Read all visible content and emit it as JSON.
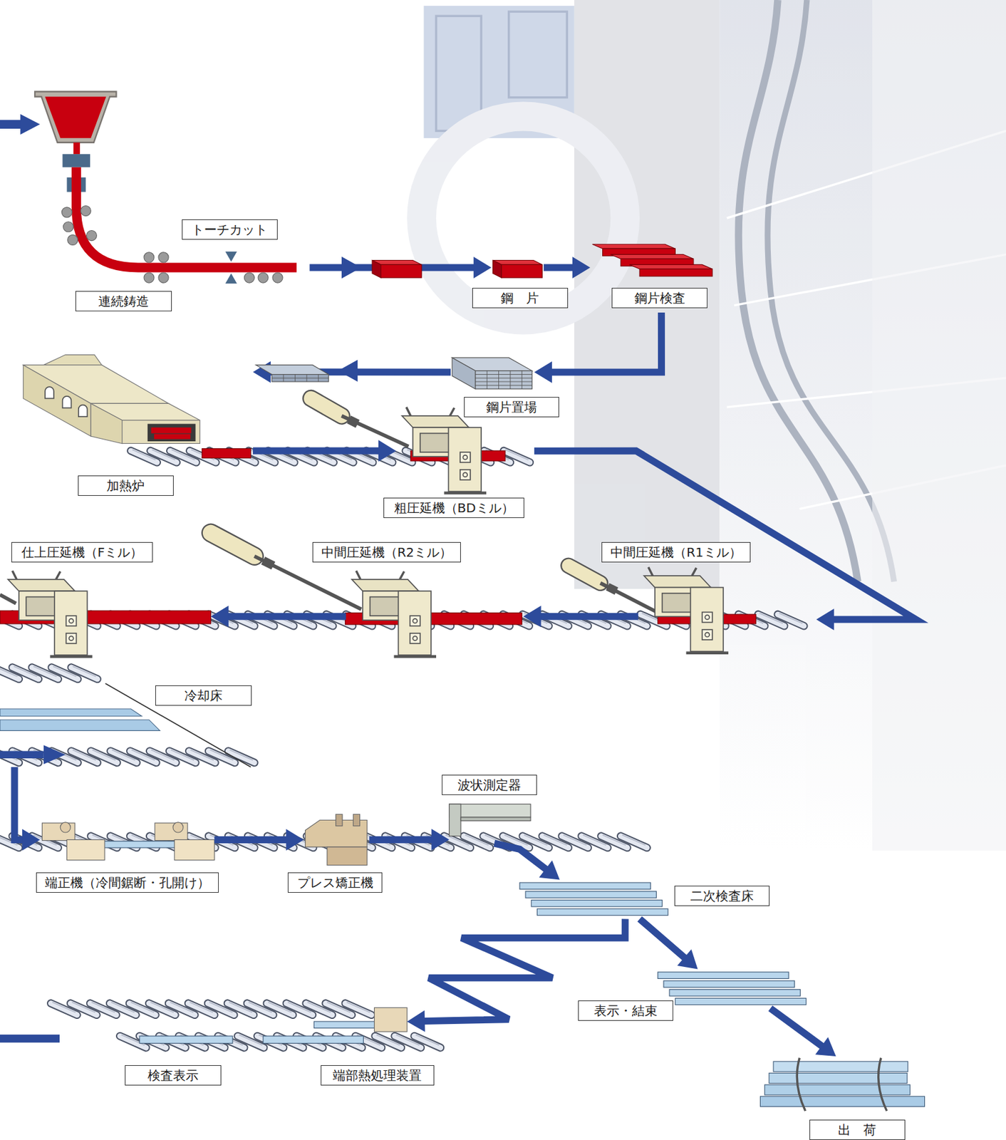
{
  "diagram": {
    "nodes": [
      {
        "text": [
          "連続鋳造"
        ]
      },
      {
        "text": [
          "トーチカット"
        ]
      },
      {
        "text": [
          "鋼　片"
        ]
      },
      {
        "text": [
          "鋼片検査"
        ]
      },
      {
        "text": [
          "鋼片置場"
        ]
      },
      {
        "text": [
          "加熱炉"
        ]
      },
      {
        "text": [
          "粗圧延機（BDミル）"
        ]
      },
      {
        "text": [
          "中間圧延機（R1ミル）"
        ]
      },
      {
        "text": [
          "中間圧延機（R2ミル）"
        ]
      },
      {
        "text": [
          "仕上圧延機（Fミル）"
        ]
      },
      {
        "text": [
          "冷却床"
        ]
      },
      {
        "text": [
          "端正機（冷間鋸断・孔開け）"
        ]
      },
      {
        "text": [
          "プレス矯正機"
        ]
      },
      {
        "text": [
          "波状測定器"
        ]
      },
      {
        "text": [
          "二次検査床"
        ]
      },
      {
        "text": [
          "表示・結束"
        ]
      },
      {
        "text": [
          "出　荷"
        ]
      },
      {
        "text": [
          "端部熱処理装置"
        ]
      },
      {
        "text": [
          "検査表示"
        ]
      }
    ],
    "edges": [
      {
        "from": 0,
        "to": 2,
        "arrow": "to"
      },
      {
        "from": 2,
        "to": 3,
        "arrow": "to"
      },
      {
        "from": 3,
        "to": 4,
        "arrow": "to"
      },
      {
        "from": 4,
        "to": 5,
        "arrow": "to"
      },
      {
        "from": 5,
        "to": 6,
        "arrow": "to"
      },
      {
        "from": 6,
        "to": 7,
        "arrow": "to"
      },
      {
        "from": 7,
        "to": 8,
        "arrow": "to"
      },
      {
        "from": 8,
        "to": 9,
        "arrow": "to"
      },
      {
        "from": 10,
        "to": 11,
        "arrow": "to"
      },
      {
        "from": 11,
        "to": 12,
        "arrow": "to"
      },
      {
        "from": 12,
        "to": 13,
        "arrow": "to"
      },
      {
        "from": 13,
        "to": 14,
        "arrow": "to"
      },
      {
        "from": 14,
        "to": 15,
        "arrow": "to"
      },
      {
        "from": 14,
        "to": 17,
        "arrow": "to"
      },
      {
        "from": 15,
        "to": 16,
        "arrow": "to"
      }
    ]
  }
}
